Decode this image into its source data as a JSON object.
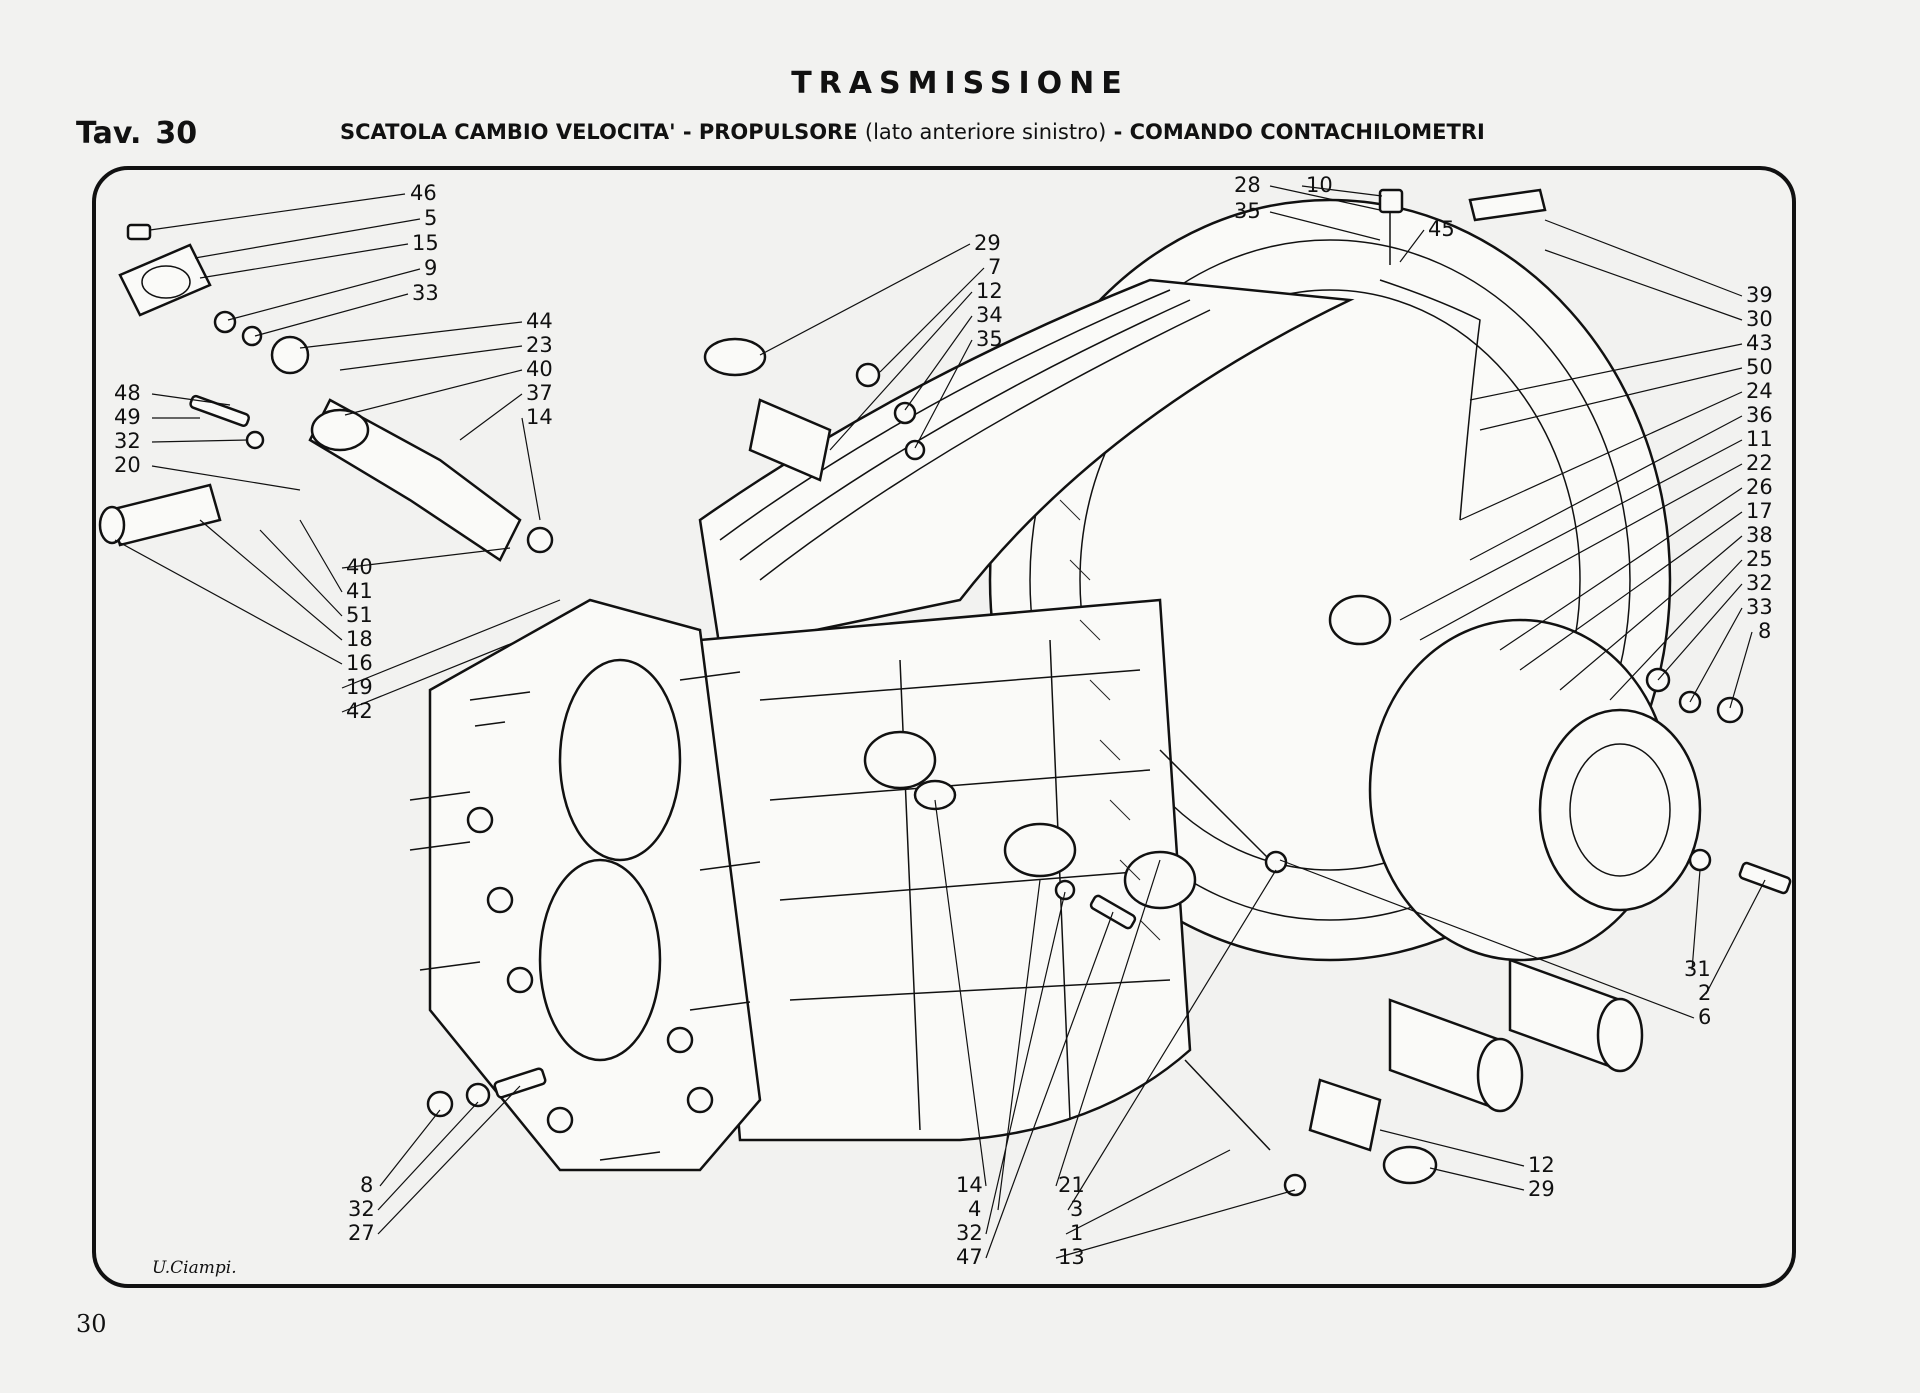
{
  "header": {
    "title": "TRASMISSIONE",
    "plate_label": "Tav.",
    "plate_number": "30",
    "subtitle_part1": "SCATOLA CAMBIO VELOCITA' - PROPULSORE",
    "subtitle_paren": "(lato anteriore sinistro)",
    "subtitle_part2": "- COMANDO CONTACHILOMETRI"
  },
  "callouts": [
    {
      "id": "c46",
      "label": "46"
    },
    {
      "id": "c5a",
      "label": "5"
    },
    {
      "id": "c15",
      "label": "15"
    },
    {
      "id": "c9",
      "label": "9"
    },
    {
      "id": "c33a",
      "label": "33"
    },
    {
      "id": "c44",
      "label": "44"
    },
    {
      "id": "c23",
      "label": "23"
    },
    {
      "id": "c40a",
      "label": "40"
    },
    {
      "id": "c37",
      "label": "37"
    },
    {
      "id": "c14a",
      "label": "14"
    },
    {
      "id": "c48",
      "label": "48"
    },
    {
      "id": "c49",
      "label": "49"
    },
    {
      "id": "c32a",
      "label": "32"
    },
    {
      "id": "c20",
      "label": "20"
    },
    {
      "id": "c40b",
      "label": "40"
    },
    {
      "id": "c41",
      "label": "41"
    },
    {
      "id": "c51",
      "label": "51"
    },
    {
      "id": "c18",
      "label": "18"
    },
    {
      "id": "c16",
      "label": "16"
    },
    {
      "id": "c19",
      "label": "19"
    },
    {
      "id": "c42",
      "label": "42"
    },
    {
      "id": "c29a",
      "label": "29"
    },
    {
      "id": "c7",
      "label": "7"
    },
    {
      "id": "c12a",
      "label": "12"
    },
    {
      "id": "c34",
      "label": "34"
    },
    {
      "id": "c35a",
      "label": "35"
    },
    {
      "id": "c28",
      "label": "28"
    },
    {
      "id": "c10",
      "label": "10"
    },
    {
      "id": "c35b",
      "label": "35"
    },
    {
      "id": "c45",
      "label": "45"
    },
    {
      "id": "c39",
      "label": "39"
    },
    {
      "id": "c30",
      "label": "30"
    },
    {
      "id": "c43",
      "label": "43"
    },
    {
      "id": "c50",
      "label": "50"
    },
    {
      "id": "c24",
      "label": "24"
    },
    {
      "id": "c36",
      "label": "36"
    },
    {
      "id": "c11",
      "label": "11"
    },
    {
      "id": "c22",
      "label": "22"
    },
    {
      "id": "c26",
      "label": "26"
    },
    {
      "id": "c17",
      "label": "17"
    },
    {
      "id": "c38",
      "label": "38"
    },
    {
      "id": "c25",
      "label": "25"
    },
    {
      "id": "c32b",
      "label": "32"
    },
    {
      "id": "c33b",
      "label": "33"
    },
    {
      "id": "c8a",
      "label": "8"
    },
    {
      "id": "c31",
      "label": "31"
    },
    {
      "id": "c2",
      "label": "2"
    },
    {
      "id": "c6",
      "label": "6"
    },
    {
      "id": "c12b",
      "label": "12"
    },
    {
      "id": "c29b",
      "label": "29"
    },
    {
      "id": "c21",
      "label": "21"
    },
    {
      "id": "c3",
      "label": "3"
    },
    {
      "id": "c1",
      "label": "1"
    },
    {
      "id": "c13",
      "label": "13"
    },
    {
      "id": "c14b",
      "label": "14"
    },
    {
      "id": "c4",
      "label": "4"
    },
    {
      "id": "c32c",
      "label": "32"
    },
    {
      "id": "c47",
      "label": "47"
    },
    {
      "id": "c8b",
      "label": "8"
    },
    {
      "id": "c32d",
      "label": "32"
    },
    {
      "id": "c27",
      "label": "27"
    }
  ],
  "signature": "U.Ciampi.",
  "page_number": "30"
}
